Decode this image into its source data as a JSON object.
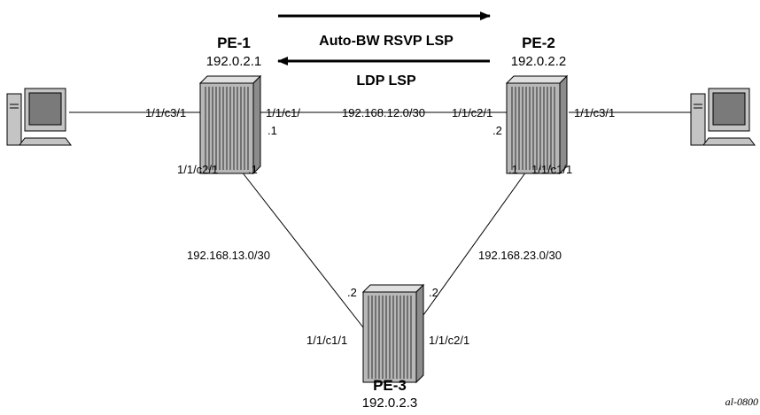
{
  "routers": {
    "pe1": {
      "name": "PE-1",
      "address": "192.0.2.1"
    },
    "pe2": {
      "name": "PE-2",
      "address": "192.0.2.2"
    },
    "pe3": {
      "name": "PE-3",
      "address": "192.0.2.3"
    }
  },
  "lsps": {
    "rsvp": "Auto-BW RSVP LSP",
    "ldp": "LDP LSP"
  },
  "links": {
    "pe1_pe2": {
      "subnet": "192.168.12.0/30",
      "pe1_port": "1/1/c1/",
      "pe1_host": ".1",
      "pe2_port": "1/1/c2/1",
      "pe2_host": ".2"
    },
    "pe1_pe3": {
      "subnet": "192.168.13.0/30",
      "pe1_port": "1/1/c2/1",
      "pe1_host": ".1",
      "pe3_port": "1/1/c1/1",
      "pe3_host": ".2"
    },
    "pe2_pe3": {
      "subnet": "192.168.23.0/30",
      "pe2_port": "1/1/c1/1",
      "pe2_host": ".1",
      "pe3_port": "1/1/c2/1",
      "pe3_host": ".2"
    },
    "pe1_host": {
      "pe1_port": "1/1/c3/1"
    },
    "pe2_host": {
      "pe2_port": "1/1/c3/1"
    }
  },
  "reference": "al-0800",
  "colors": {
    "router_body": "#b8b8b8",
    "router_top": "#e0e0e0",
    "router_side": "#8c8c8c",
    "pc_body": "#c4c4c4",
    "pc_screen": "#7a7a7a",
    "line": "#000000"
  },
  "icons": {
    "router": "router-chassis-icon",
    "host": "desktop-computer-icon"
  }
}
